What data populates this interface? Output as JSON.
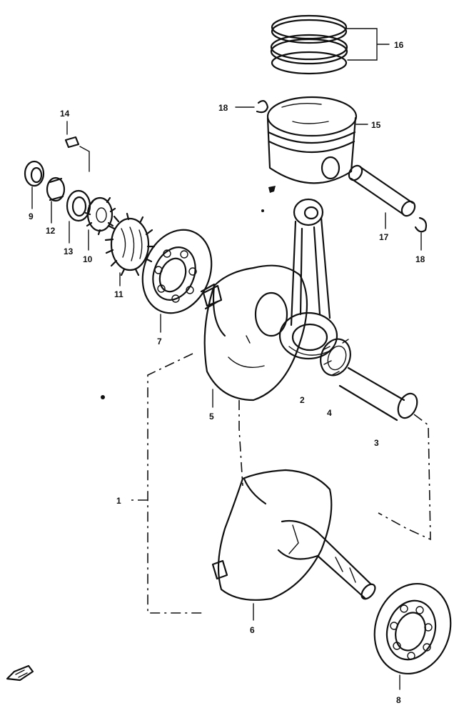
{
  "diagram": {
    "type": "exploded-parts-diagram",
    "line_color": "#111111",
    "background": "#ffffff",
    "callouts": [
      {
        "id": "c1",
        "label": "1"
      },
      {
        "id": "c2",
        "label": "2"
      },
      {
        "id": "c3",
        "label": "3"
      },
      {
        "id": "c4",
        "label": "4"
      },
      {
        "id": "c5",
        "label": "5"
      },
      {
        "id": "c6",
        "label": "6"
      },
      {
        "id": "c7",
        "label": "7"
      },
      {
        "id": "c8",
        "label": "8"
      },
      {
        "id": "c9",
        "label": "9"
      },
      {
        "id": "c10",
        "label": "10"
      },
      {
        "id": "c11",
        "label": "11"
      },
      {
        "id": "c12",
        "label": "12"
      },
      {
        "id": "c13",
        "label": "13"
      },
      {
        "id": "c14",
        "label": "14"
      },
      {
        "id": "c15",
        "label": "15"
      },
      {
        "id": "c16",
        "label": "16"
      },
      {
        "id": "c17",
        "label": "17"
      },
      {
        "id": "c18a",
        "label": "18"
      },
      {
        "id": "c18b",
        "label": "18"
      }
    ],
    "icons": [
      "front-arrow-icon"
    ]
  }
}
